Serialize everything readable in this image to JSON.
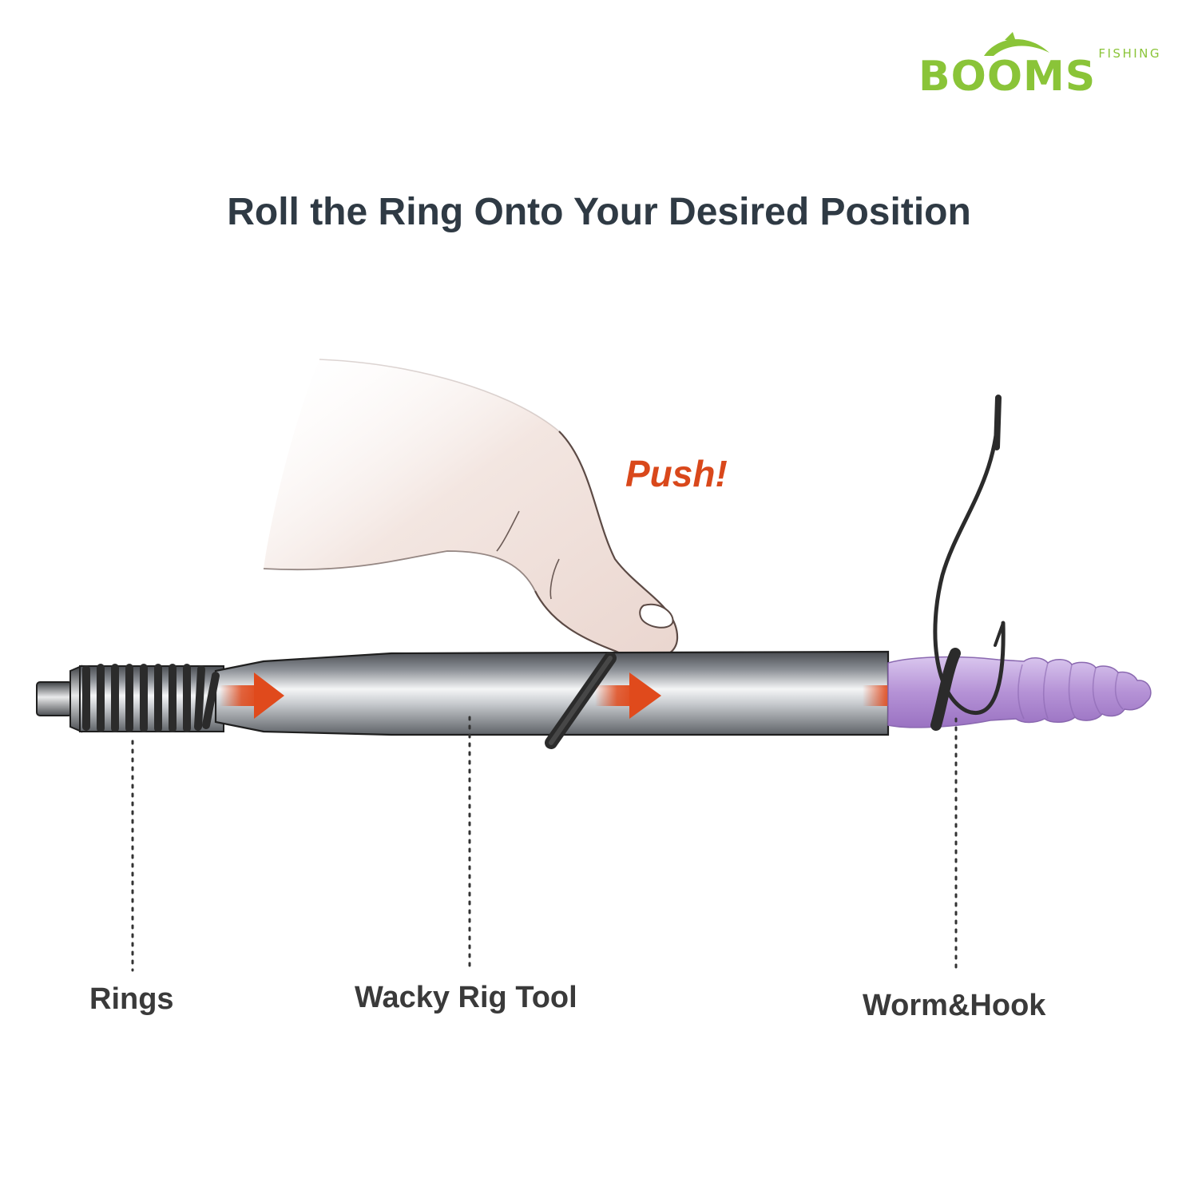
{
  "logo": {
    "main": "BOOMS",
    "sub": "FISHING"
  },
  "title": "Roll the Ring Onto Your Desired Position",
  "action_label": "Push!",
  "labels": {
    "rings": "Rings",
    "tool": "Wacky Rig Tool",
    "worm_hook": "Worm&Hook"
  },
  "colors": {
    "brand": "#8ac438",
    "title": "#2f3a44",
    "action": "#d9481b",
    "arrow": "#e04a1c",
    "worm": "#b592d6",
    "ring": "#2b2b2b"
  }
}
